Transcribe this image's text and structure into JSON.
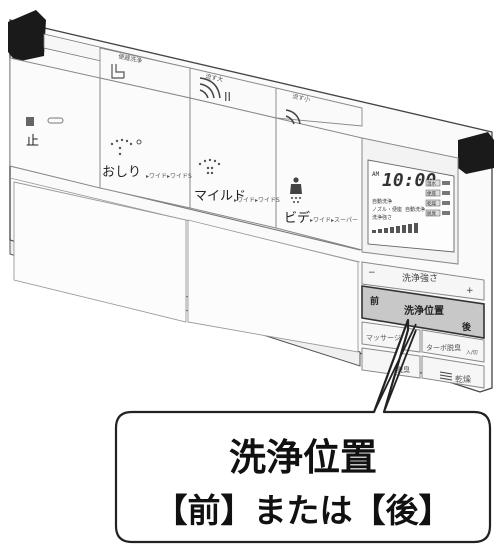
{
  "panel": {
    "stop_label": "止",
    "top_tabs": [
      "便器洗浄",
      "流す大",
      "流す小"
    ],
    "pause_mark": "II",
    "oshiri": {
      "label": "おしり",
      "sub": "▸ワイド▸ワイドS"
    },
    "mild": {
      "label": "マイルド",
      "sub": "▸ワイド▸ワイドS"
    },
    "bidet": {
      "label": "ビデ",
      "sub": "▸ワイド▸スーパー"
    }
  },
  "display": {
    "am": "AM",
    "time": "10:00",
    "rows": [
      "自動洗浄",
      "ノズル・便座 自動洗浄",
      "洗浄強さ"
    ],
    "badges": [
      "温水",
      "便座",
      "乾燥",
      "脱臭"
    ]
  },
  "controls": {
    "strength": {
      "minus": "−",
      "label": "洗浄強さ",
      "plus": "+"
    },
    "position": {
      "front": "前",
      "label": "洗浄位置",
      "back": "後"
    },
    "massage": "マッサージ",
    "turbo": "ターボ脱臭",
    "turbo_sub": "入/切",
    "bottom_left": "脱臭",
    "dry": "乾燥"
  },
  "callout": {
    "line1": "洗浄位置",
    "line2": "【前】または【後】"
  }
}
